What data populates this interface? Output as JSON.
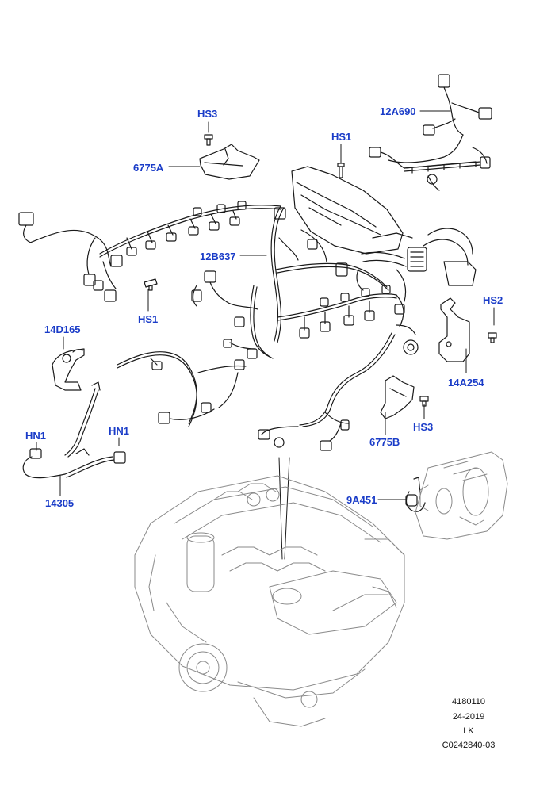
{
  "callouts": {
    "hs3_top": "HS3",
    "part_6775a": "6775A",
    "hs1_top": "HS1",
    "part_12a690": "12A690",
    "part_12b637": "12B637",
    "hs1_left": "HS1",
    "part_14d165": "14D165",
    "hs2": "HS2",
    "part_14a254": "14A254",
    "hs3_right": "HS3",
    "part_6775b": "6775B",
    "hn1_left": "HN1",
    "hn1_right": "HN1",
    "part_14305": "14305",
    "part_9a451": "9A451"
  },
  "reference": {
    "line1": "4180110",
    "line2": "24-2019",
    "line3": "LK",
    "line4": "C0242840-03"
  },
  "colors": {
    "callout": "#1a3cc8",
    "line_art": "#1a1a1a",
    "engine_art": "#9a9a9a"
  }
}
